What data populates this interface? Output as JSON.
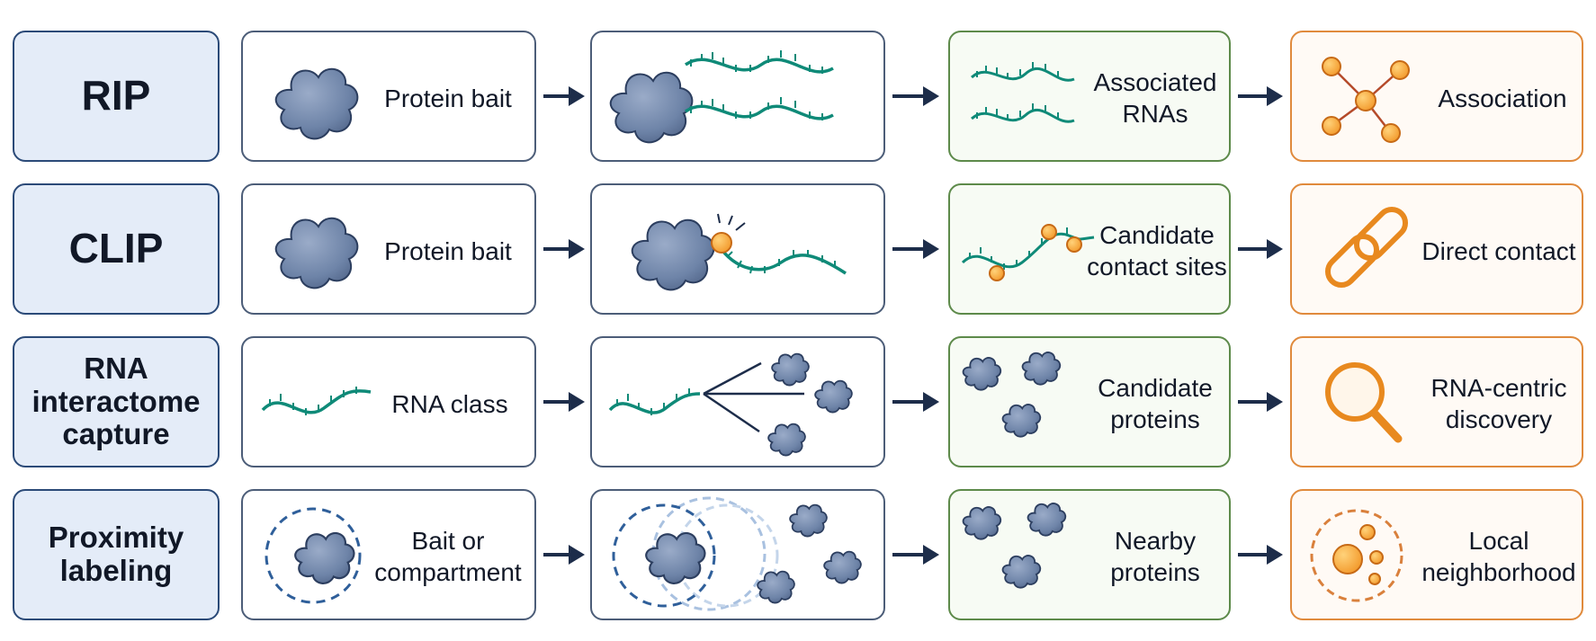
{
  "rows": [
    {
      "method": "RIP",
      "step1": "Protein bait",
      "step3": [
        "Associated",
        "RNAs"
      ],
      "step4": "Association"
    },
    {
      "method": "CLIP",
      "step1": "Protein bait",
      "step3": [
        "Candidate",
        "contact sites"
      ],
      "step4": "Direct contact"
    },
    {
      "method": [
        "RNA",
        "interactome",
        "capture"
      ],
      "step1": "RNA class",
      "step3": [
        "Candidate",
        "proteins"
      ],
      "step4": [
        "RNA-centric",
        "discovery"
      ]
    },
    {
      "method": [
        "Proximity",
        "labeling"
      ],
      "step1": [
        "Bait or",
        "compartment"
      ],
      "step3": [
        "Nearby",
        "proteins"
      ],
      "step4": [
        "Local",
        "neighborhood"
      ]
    }
  ],
  "colors": {
    "protein": "#6e84a8",
    "protein_edge": "#2c3e5f",
    "rna": "#0f8a78",
    "accent_orange": "#f39a2c",
    "arrow": "#1d2d4a",
    "method_border": "#2b4a78",
    "method_fill": "#e4ecf8",
    "results_border": "#5d8a4a",
    "interpretation_border": "#e08a3c",
    "dashed_ring": "#2f5f9a"
  },
  "icons": {
    "rip": [
      "protein-blob-icon",
      "protein-with-rna-strands-icon",
      "rna-strands-icon",
      "network-nodes-icon"
    ],
    "clip": [
      "protein-blob-icon",
      "crosslinked-protein-rna-icon",
      "rna-with-contact-sites-icon",
      "chain-link-icon"
    ],
    "ric": [
      "rna-strand-icon",
      "rna-to-proteins-icon",
      "protein-cluster-icon",
      "magnifier-icon"
    ],
    "prox": [
      "protein-in-ring-icon",
      "labeling-radius-icon",
      "protein-cluster-icon",
      "orange-dots-ring-icon"
    ]
  }
}
